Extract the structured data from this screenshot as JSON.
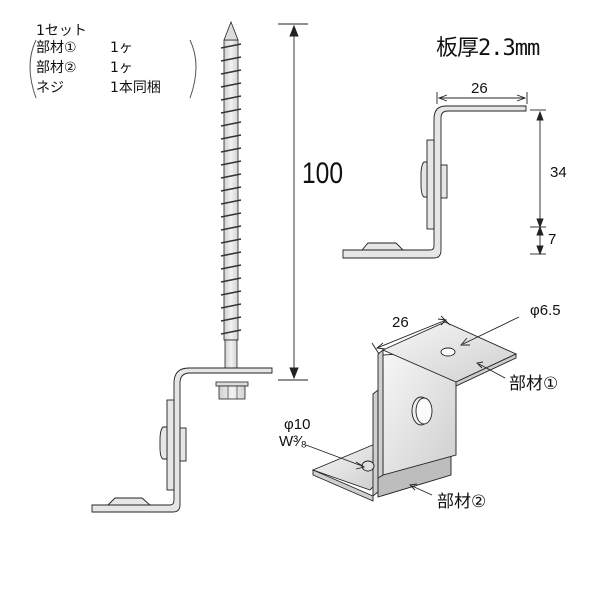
{
  "set_contents": {
    "title": "1セット",
    "items": [
      {
        "name": "部材①",
        "qty": "1ヶ"
      },
      {
        "name": "部材②",
        "qty": "1ヶ"
      },
      {
        "name": "ネジ",
        "qty": "1本同梱"
      }
    ]
  },
  "spec": {
    "plate_thickness": "板厚2.3mm"
  },
  "dimensions": {
    "screw_length": "100",
    "bracket_top_width": "26",
    "bracket_height": "34",
    "bracket_lower": "7",
    "iso_width": "26",
    "hole_part1": "φ6.5",
    "hole_part2": "φ10",
    "thread_spec": "W³⁄₈"
  },
  "labels": {
    "part1": "部材①",
    "part2": "部材②"
  },
  "colors": {
    "line": "#222222",
    "metal_fill": "#e6e6e6",
    "metal_shade": "#c8c8c8",
    "background": "#ffffff"
  }
}
